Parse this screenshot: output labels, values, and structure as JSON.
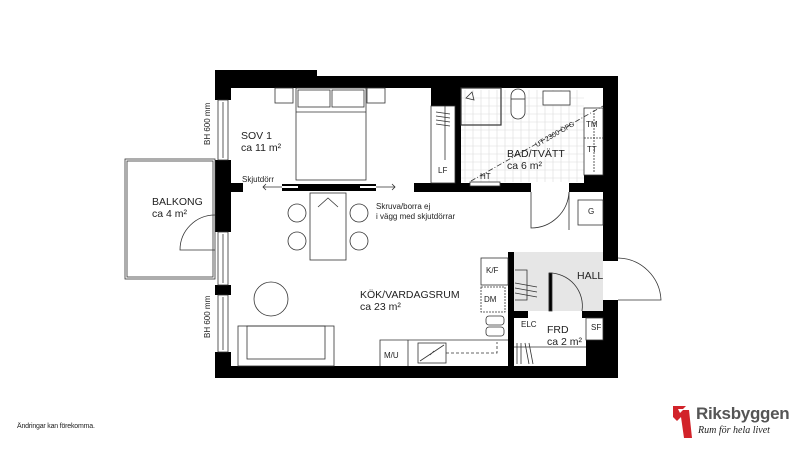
{
  "plan": {
    "rooms": [
      {
        "id": "sov1",
        "name": "SOV 1",
        "area": "ca 11 m²"
      },
      {
        "id": "bad",
        "name": "BAD/TVÄTT",
        "area": "ca 6 m²"
      },
      {
        "id": "balkong",
        "name": "BALKONG",
        "area": "ca 4 m²"
      },
      {
        "id": "kok",
        "name": "KÖK/VARDAGSRUM",
        "area": "ca 23 m²"
      },
      {
        "id": "hall",
        "name": "HALL",
        "area": ""
      },
      {
        "id": "frd",
        "name": "FRD",
        "area": "ca 2 m²"
      }
    ],
    "fixtures": {
      "lf": "LF",
      "ht": "HT",
      "tm": "TM",
      "tt": "TT",
      "g": "G",
      "kf": "K/F",
      "dm": "DM",
      "mu": "M/U",
      "elc": "ELC",
      "sf": "SF"
    },
    "annotations": {
      "window_top": "BH 600 mm",
      "window_bottom": "BH 600 mm",
      "sliding_door": "Skjutdörr",
      "warning_line1": "Skruva/borra ej",
      "warning_line2": "i vägg med skjutdörrar",
      "ceiling_line": "UT 2300 ÖFG"
    },
    "colors": {
      "wall": "#000000",
      "hall_floor": "#e6e6e6",
      "line": "#333333",
      "brand_red": "#d2232a"
    }
  },
  "footer": {
    "disclaimer": "Ändringar kan förekomma.",
    "brand": "Riksbyggen",
    "tagline": "Rum för hela livet"
  }
}
